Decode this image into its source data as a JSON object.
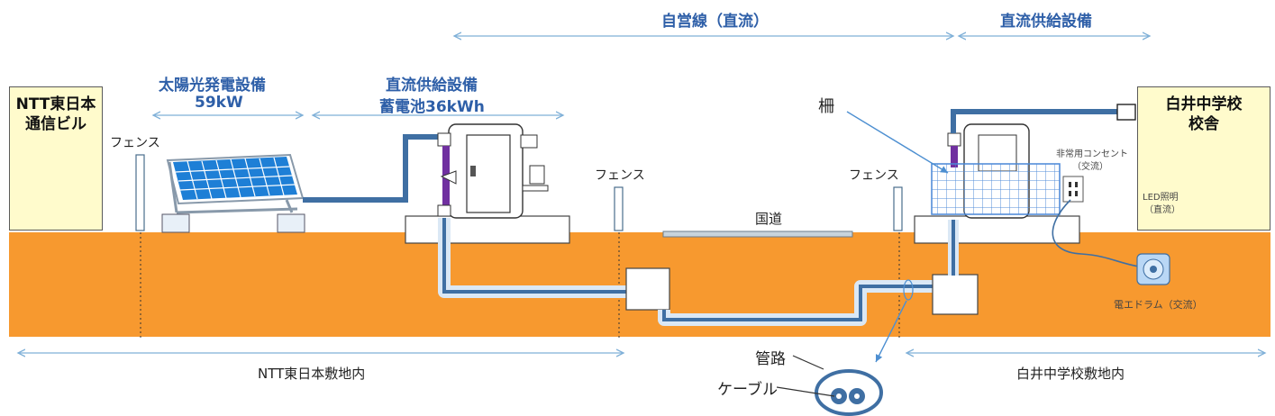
{
  "labels": {
    "private_line": "自営線（直流）",
    "dc_supply_top": "直流供給設備",
    "solar": "太陽光発電設備",
    "solar_kw": "59kW",
    "dc_supply_mid": "直流供給設備",
    "battery": "蓄電池36kWh",
    "ntt_building_line1": "NTT東日本",
    "ntt_building_line2": "通信ビル",
    "school_line1": "白井中学校",
    "school_line2": "校舎",
    "fence1": "フェンス",
    "fence2": "フェンス",
    "fence3": "フェンス",
    "national_road": "国道",
    "fence_grid": "柵",
    "emergency_outlet_line1": "非常用コンセント",
    "emergency_outlet_line2": "（交流）",
    "led_line1": "LED照明",
    "led_line2": "（直流）",
    "cable_drum": "電エドラム（交流）",
    "ntt_premises": "NTT東日本敷地内",
    "school_premises": "白井中学校敷地内",
    "conduit": "管路",
    "cable": "ケーブル"
  },
  "colors": {
    "ground": "#f7992f",
    "cable": "#3f6fa3",
    "conduit": "#dbe8f5",
    "arrow": "#7fb0d8",
    "accent_text": "#2e5fa8",
    "building_fill": "#fffbcc",
    "purple_connector": "#7030a0"
  },
  "icons": [
    "solar-panel-icon",
    "dc-supply-cabinet-icon",
    "fence-grid-icon",
    "outlet-icon",
    "led-light-icon",
    "cable-drum-icon",
    "conduit-cross-section-icon"
  ]
}
